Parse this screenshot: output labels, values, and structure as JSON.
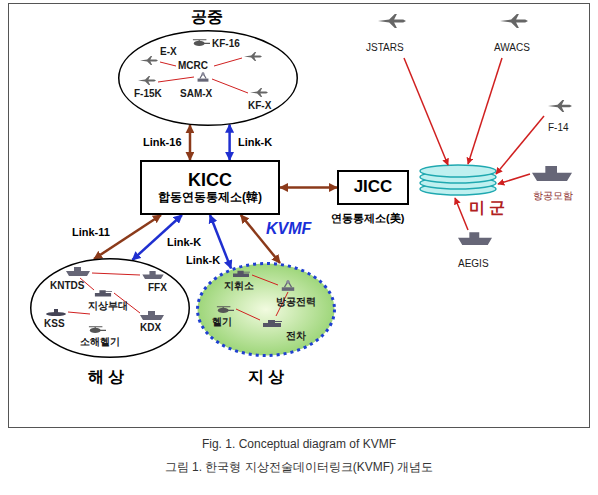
{
  "diagram": {
    "caption": "Fig. 1. Conceptual diagram of KVMF",
    "nodes": [
      {
        "text": [
          "공중",
          "E-X",
          "KF-16",
          "MCRC",
          "F-15K",
          "SAM-X",
          "KF-X"
        ]
      },
      {
        "text": [
          "KICC",
          "합동연동통제소(韓)"
        ]
      },
      {
        "text": [
          "JICC",
          "연동통제소(美)"
        ]
      },
      {
        "text": [
          "미 군"
        ]
      },
      {
        "text": [
          "해 상",
          "KNTDS",
          "FFX",
          "지상부대",
          "KSS",
          "소해헬기",
          "KDX"
        ]
      },
      {
        "text": [
          "지 상",
          "지휘소",
          "방공전력",
          "헬기",
          "전차"
        ]
      }
    ],
    "edges": [
      {
        "from": 0,
        "to": 1,
        "label": "Link-16",
        "arrow": "both"
      },
      {
        "from": 0,
        "to": 1,
        "label": "Link-K",
        "arrow": "both"
      },
      {
        "from": 1,
        "to": 4,
        "label": "Link-11",
        "arrow": "both"
      },
      {
        "from": 1,
        "to": 4,
        "label": "Link-K",
        "arrow": "both"
      },
      {
        "from": 1,
        "to": 5,
        "label": "Link-K",
        "arrow": "both"
      },
      {
        "from": 1,
        "to": 5,
        "label": "KVMF",
        "arrow": "both"
      },
      {
        "from": 1,
        "to": 2,
        "arrow": "both"
      }
    ],
    "labels": [
      "JSTARS",
      "AWACS",
      "F-14",
      "항공모함",
      "AEGIS",
      "그림 1. 한국형 지상전술데이터링크(KVMF) 개념도"
    ]
  }
}
